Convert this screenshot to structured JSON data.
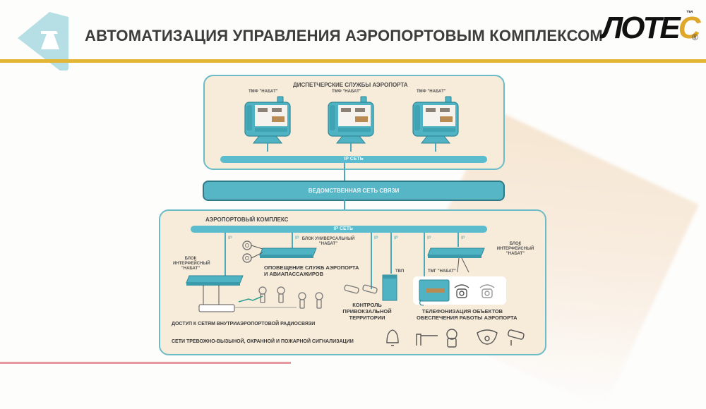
{
  "header": {
    "title": "АВТОМАТИЗАЦИЯ УПРАВЛЕНИЯ АЭРОПОРТОВЫМ КОМПЛЕКСОМ",
    "logo_main": "ЛОТЕ",
    "logo_accent": "С",
    "logo_tm": "™",
    "logo_reg": "®",
    "emblem_icon": "triangle-tower-emblem"
  },
  "colors": {
    "accent_gold": "#e2b534",
    "network_teal": "#5bbccd",
    "panel_bg": "#f7ebd9",
    "bottom_rule": "#e79a9d"
  },
  "dispatch": {
    "title": "ДИСПЕТЧЕРСКИЕ СЛУЖБЫ АЭРОПОРТА",
    "terminals": [
      {
        "label": "ТМФ \"НАБАТ\""
      },
      {
        "label": "ТМФ \"НАБАТ\""
      },
      {
        "label": "ТМФ \"НАБАТ\""
      }
    ],
    "ip_net": "IP СЕТЬ"
  },
  "backbone": {
    "label": "ВЕДОМСТВЕННАЯ СЕТЬ СВЯЗИ"
  },
  "airport": {
    "title": "АЭРОПОРТОВЫЙ КОМПЛЕКС",
    "ip_net": "IP СЕТЬ",
    "ip_tag": "IP",
    "universal_block": "БЛОК УНИВЕРСАЛЬНЫЙ \"НАБАТ\"",
    "interface_block_left": [
      "БЛОК",
      "ИНТЕРФЕЙСНЫЙ",
      "\"НАБАТ\""
    ],
    "interface_block_right": [
      "БЛОК",
      "ИНТЕРФЕЙСНЫЙ",
      "\"НАБАТ\""
    ],
    "notification": [
      "ОПОВЕЩЕНИЕ СЛУЖБ АЭРОПОРТА",
      "И АВИАПАССАЖИРОВ"
    ],
    "tvp": "ТВП",
    "tmg": "ТМГ \"НАБАТ\"",
    "station_control": [
      "КОНТРОЛЬ",
      "ПРИВОКЗАЛЬНОЙ",
      "ТЕРРИТОРИИ"
    ],
    "telephony": [
      "ТЕЛЕФОНИЗАЦИЯ ОБЪЕКТОВ",
      "ОБЕСПЕЧЕНИЯ РАБОТЫ АЭРОПОРТА"
    ],
    "radio_access": "ДОСТУП К СЕТЯМ ВНУТРИАЭРОПОРТОВОЙ РАДИОСВЯЗИ",
    "alarm_networks": "СЕТИ ТРЕВОЖНО-ВЫЗЫНОЙ, ОХРАННОЙ И ПОЖАРНОЙ СИГНАЛИЗАЦИИ",
    "alarm_icons": [
      "bell-icon",
      "barrier-icon",
      "intercom-icon",
      "dome-camera-icon",
      "cctv-camera-icon"
    ]
  }
}
